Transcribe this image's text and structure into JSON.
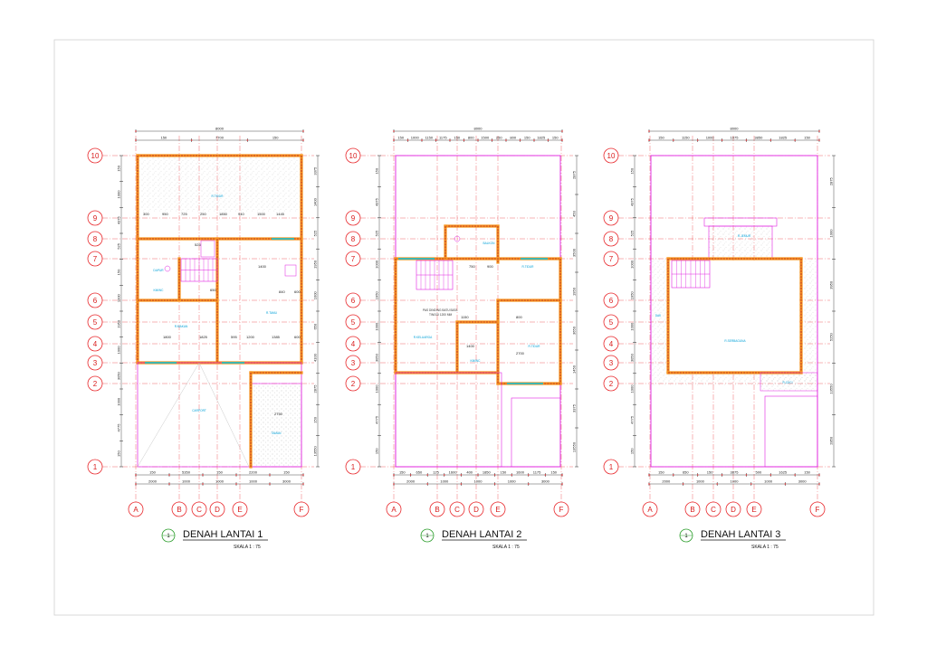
{
  "colors": {
    "axis": "#e8262a",
    "wall": "#f7941d",
    "wall_core": "#c0392b",
    "outline": "#e020e0",
    "dimension": "#222222",
    "hatch": "#9a9a9a",
    "room_label": "#00a0d8",
    "stair": "#e020e0",
    "window": "#00c0e0"
  },
  "sheet": {
    "plans": [
      {
        "id": "lantai-1",
        "title": "DENAH LANTAI 1",
        "number": "1",
        "scale": "SKALA 1 : 75",
        "top_total": "8000",
        "top_dims": [
          "150",
          "7700",
          "150"
        ],
        "inner_top_dims": [
          "300",
          "950",
          "725",
          "250",
          "1850",
          "940",
          "1500",
          "1445"
        ],
        "bottom_dims": [
          "150",
          "5350",
          "150",
          "2200",
          "150"
        ],
        "bottom_dims2": [
          "2000",
          "1000",
          "1000",
          "1000",
          "3000"
        ],
        "left_dims": [
          "150",
          "1000",
          "4375",
          "525",
          "150",
          "1000",
          "1950",
          "1000",
          "3050",
          "1000",
          "4775",
          "150"
        ],
        "right_dims": [
          "3375",
          "1400",
          "525",
          "1950",
          "1000",
          "650",
          "4100",
          "2875",
          "150",
          "13550"
        ],
        "inner_dims": [
          "525",
          "1400",
          "650",
          "840",
          "600",
          "1800",
          "1825",
          "595",
          "1200",
          "1385",
          "600",
          "2750"
        ],
        "rooms": [
          "CARPORT",
          "DAPUR",
          "R.MAKAN",
          "R.TAMU",
          "KM/WC",
          "R.TIDUR",
          "TAMAN"
        ]
      },
      {
        "id": "lantai-2",
        "title": "DENAH LANTAI 2",
        "number": "1",
        "scale": "SKALA 1 : 75",
        "top_total": "8000",
        "top_dims": [
          "150",
          "1000",
          "1150",
          "1175",
          "150",
          "800",
          "1500",
          "250",
          "800",
          "150",
          "1825",
          "150"
        ],
        "bottom_dims": [
          "150",
          "650",
          "125",
          "1600",
          "400",
          "1850",
          "150",
          "1600",
          "1175",
          "150"
        ],
        "bottom_dims2": [
          "2000",
          "1000",
          "1000",
          "1000",
          "3000"
        ],
        "left_dims": [
          "150",
          "4375",
          "525",
          "1000",
          "1950",
          "1000",
          "3050",
          "1000",
          "4775",
          "150"
        ],
        "right_dims": [
          "2875",
          "450",
          "3500",
          "1950",
          "3650",
          "1450",
          "3375",
          "13550"
        ],
        "inner_dims": [
          "750",
          "900",
          "1150",
          "1400",
          "800",
          "2700"
        ],
        "note_line1": "PAS DINDING BATU BATA",
        "note_line2": "TINGGI 1200 MM",
        "rooms": [
          "R.TIDUR",
          "R.TIDUR",
          "R.KELUARGA",
          "KM/WC",
          "BALKON"
        ]
      },
      {
        "id": "lantai-3",
        "title": "DENAH LANTAI 3",
        "number": "1",
        "scale": "SKALA 1 : 75",
        "top_total": "8000",
        "top_dims": [
          "150",
          "1150",
          "1000",
          "1075",
          "3850",
          "1825",
          "150"
        ],
        "bottom_dims": [
          "150",
          "650",
          "150",
          "3875",
          "500",
          "1625",
          "150"
        ],
        "bottom_dims2": [
          "2000",
          "1000",
          "1000",
          "1000",
          "3000"
        ],
        "left_dims": [
          "150",
          "4375",
          "525",
          "1000",
          "1950",
          "1000",
          "3050",
          "1000",
          "4775",
          "150"
        ],
        "right_dims": [
          "2875",
          "1000",
          "3950",
          "5250",
          "13550",
          "2850"
        ],
        "rooms": [
          "R.JEMUR",
          "DAK",
          "R.SERBAGUNA",
          "R.CUCI"
        ]
      }
    ],
    "row_axes": [
      "10",
      "9",
      "8",
      "7",
      "6",
      "5",
      "4",
      "3",
      "2",
      "1"
    ],
    "col_axes": [
      "A",
      "B",
      "C",
      "D",
      "E",
      "F"
    ]
  }
}
